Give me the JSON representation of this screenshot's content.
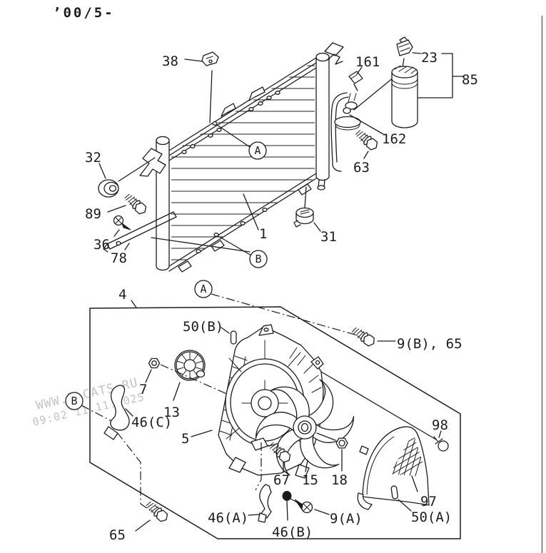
{
  "header": {
    "revision_code": "’00/5-"
  },
  "watermark": {
    "line1": "WWW.ILCATS.RU",
    "line2": "09:02 11.11.2025"
  },
  "callouts": {
    "a": "A",
    "b": "B"
  },
  "parts": {
    "p38": "38",
    "p32": "32",
    "p89": "89",
    "p36": "36",
    "p78": "78",
    "p1": "1",
    "p31": "31",
    "p63": "63",
    "p161": "161",
    "p162": "162",
    "p23": "23",
    "p85": "85",
    "p4": "4",
    "p50b": "50(B)",
    "p9b65": "9(B), 65",
    "p7": "7",
    "p13": "13",
    "p46c": "46(C)",
    "p5": "5",
    "p67": "67",
    "p15": "15",
    "p18": "18",
    "p98": "98",
    "p97": "97",
    "p50a": "50(A)",
    "p46a": "46(A)",
    "p46b": "46(B)",
    "p9a": "9(A)",
    "p65": "65"
  },
  "colors": {
    "ink": "#1c1c1c",
    "paper": "#ffffff",
    "watermark": "#bdbdbd",
    "border": "#6f6f6f"
  }
}
